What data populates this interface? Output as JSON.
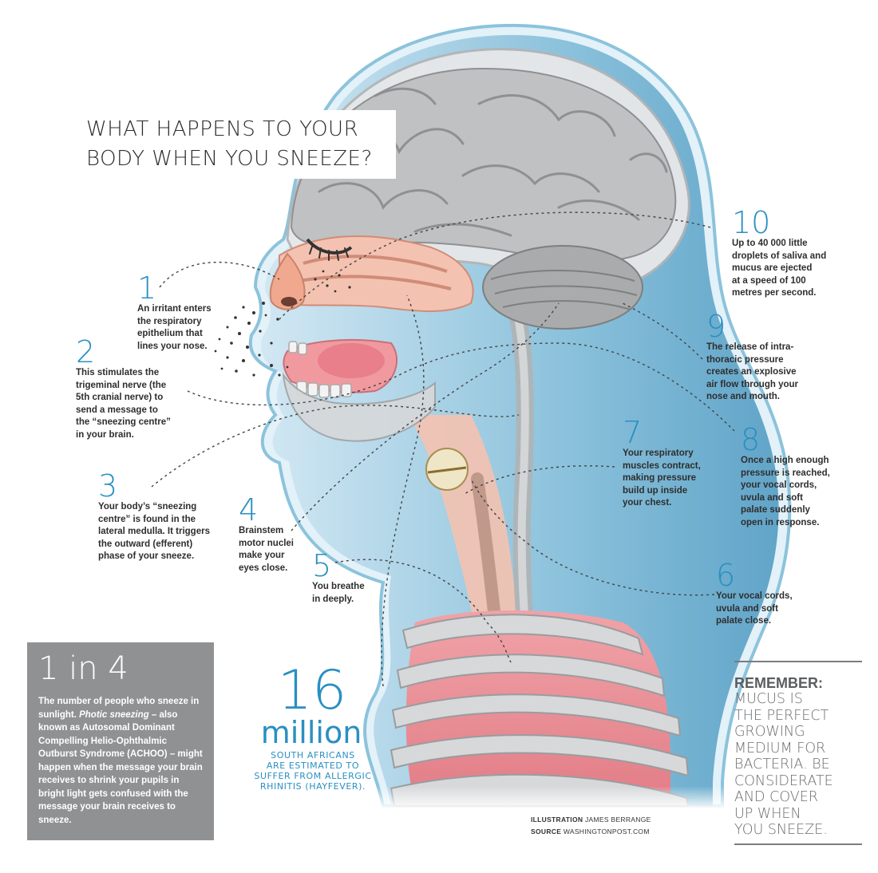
{
  "title": {
    "line1": "WHAT HAPPENS TO YOUR",
    "line2": "BODY WHEN YOU SNEEZE?"
  },
  "steps": [
    {
      "number": "1",
      "lines": [
        "An irritant enters",
        "the respiratory",
        "epithelium that",
        "lines your nose."
      ]
    },
    {
      "number": "2",
      "lines": [
        "This stimulates the",
        "trigeminal nerve (the",
        "5th cranial nerve) to",
        "send a message to",
        "the “sneezing centre”",
        "in your brain."
      ]
    },
    {
      "number": "3",
      "lines": [
        "Your body’s “sneezing",
        "centre” is found in the",
        "lateral medulla. It triggers",
        "the outward (efferent)",
        "phase of your sneeze."
      ]
    },
    {
      "number": "4",
      "lines": [
        "Brainstem",
        "motor nuclei",
        "make your",
        "eyes close."
      ]
    },
    {
      "number": "5",
      "lines": [
        "You breathe",
        "in deeply."
      ]
    },
    {
      "number": "6",
      "lines": [
        "Your vocal cords,",
        "uvula and soft",
        "palate close."
      ]
    },
    {
      "number": "7",
      "lines": [
        "Your respiratory",
        "muscles contract,",
        "making pressure",
        "build up inside",
        "your chest."
      ]
    },
    {
      "number": "8",
      "lines": [
        "Once a high enough",
        "pressure is reached,",
        "your vocal cords,",
        "uvula and soft",
        "palate suddenly",
        "open in response."
      ]
    },
    {
      "number": "9",
      "lines": [
        "The release of intra-",
        "thoracic pressure",
        "creates an explosive",
        "air flow through your",
        "nose and mouth."
      ]
    },
    {
      "number": "10",
      "lines": [
        "Up to 40 000 little",
        "droplets of saliva and",
        "mucus are ejected",
        "at a speed of 100",
        "metres per second."
      ]
    }
  ],
  "stat_box": {
    "headline": "1 in 4",
    "text_before": "The number of people who sneeze in sunlight. ",
    "text_italic": "Photic sneezing",
    "text_after": " – also known as Autosomal Dominant Compelling Helio-Ophthalmic Outburst Syndrome (ACHOO) – might happen when the message your brain receives to shrink your pupils in bright light gets confused with the message your brain receives to sneeze."
  },
  "million_stat": {
    "number": "16",
    "unit": "million",
    "lines": [
      "SOUTH AFRICANS",
      "ARE ESTIMATED TO",
      "SUFFER FROM ALLERGIC",
      "RHINITIS (HAYFEVER)."
    ]
  },
  "credits": {
    "illustration_label": "ILLUSTRATION",
    "illustration_name": "JAMES BERRANGE",
    "source_label": "SOURCE",
    "source_name": "WASHINGTONPOST.COM"
  },
  "remember": {
    "heading": "REMEMBER:",
    "lines": [
      "MUCUS IS",
      "THE PERFECT",
      "GROWING",
      "MEDIUM FOR",
      "BACTERIA. BE",
      "CONSIDERATE",
      "AND COVER",
      "UP WHEN",
      "YOU SNEEZE."
    ]
  },
  "colors": {
    "accent_blue": "#2a8fc2",
    "body_blue": "#5ea8cc",
    "tissue_pink": "#f2b9a4",
    "brain_grey": "#bfc1c3",
    "stat_box_grey": "#8f9193"
  }
}
